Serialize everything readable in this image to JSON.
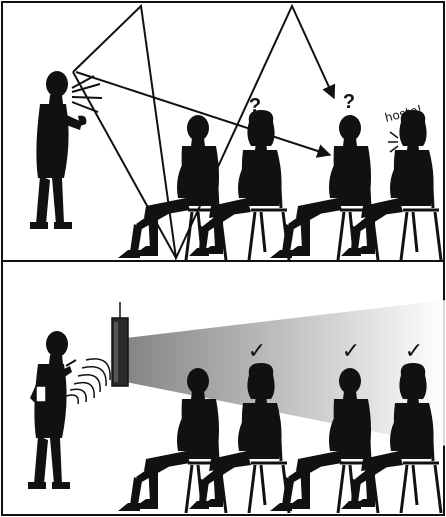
{
  "colors": {
    "ink": "#111111",
    "background": "#ffffff",
    "beam_start": "#6f6f6f",
    "beam_end": "#ffffff"
  },
  "top_panel": {
    "question_marks": [
      "?",
      "?"
    ],
    "speech_label": "hoste!",
    "figures": [
      "speaker-shouting",
      "seated-man-1",
      "seated-woman-1",
      "seated-man-2",
      "seated-woman-2"
    ]
  },
  "bottom_panel": {
    "checkmarks": [
      "✓",
      "✓",
      "✓"
    ],
    "figures": [
      "speaker-with-microphone",
      "loudspeaker-column",
      "seated-man-1",
      "seated-woman-1",
      "seated-man-2",
      "seated-woman-2"
    ]
  }
}
